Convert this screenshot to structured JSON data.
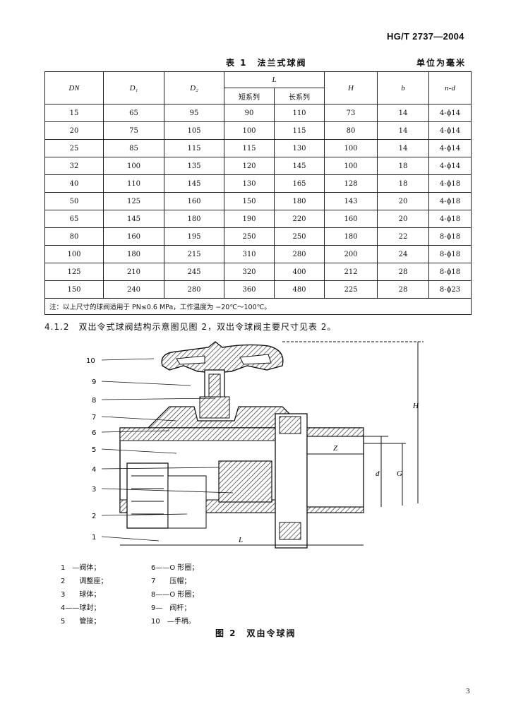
{
  "header": {
    "standard": "HG/T 2737—2004"
  },
  "table1": {
    "caption": "表 1　法兰式球阀",
    "unit": "单位为毫米",
    "headers": {
      "dn": "DN",
      "d1": "D₁",
      "d2": "D₂",
      "l": "L",
      "l_short": "短系列",
      "l_long": "长系列",
      "h": "H",
      "b": "b",
      "nd": "n-d"
    },
    "rows": [
      [
        "15",
        "65",
        "95",
        "90",
        "110",
        "73",
        "14",
        "4-ϕ14"
      ],
      [
        "20",
        "75",
        "105",
        "100",
        "115",
        "80",
        "14",
        "4-ϕ14"
      ],
      [
        "25",
        "85",
        "115",
        "115",
        "130",
        "100",
        "14",
        "4-ϕ14"
      ],
      [
        "32",
        "100",
        "135",
        "120",
        "145",
        "100",
        "18",
        "4-ϕ14"
      ],
      [
        "40",
        "110",
        "145",
        "130",
        "165",
        "128",
        "18",
        "4-ϕ18"
      ],
      [
        "50",
        "125",
        "160",
        "150",
        "180",
        "143",
        "20",
        "4-ϕ18"
      ],
      [
        "65",
        "145",
        "180",
        "190",
        "220",
        "160",
        "20",
        "4-ϕ18"
      ],
      [
        "80",
        "160",
        "195",
        "250",
        "250",
        "180",
        "22",
        "8-ϕ18"
      ],
      [
        "100",
        "180",
        "215",
        "310",
        "280",
        "200",
        "24",
        "8-ϕ18"
      ],
      [
        "125",
        "210",
        "245",
        "320",
        "400",
        "212",
        "28",
        "8-ϕ18"
      ],
      [
        "150",
        "240",
        "280",
        "360",
        "480",
        "225",
        "28",
        "8-ϕ23"
      ]
    ],
    "note": "注：以上尺寸的球阀适用于 PN≤0.6 MPa，工作温度为 −20℃～100℃。"
  },
  "section": {
    "text": "4.1.2　双出令式球阀结构示意图见图 2，双出令球阀主要尺寸见表 2。"
  },
  "figure": {
    "callouts": [
      "10",
      "9",
      "8",
      "7",
      "6",
      "5",
      "4",
      "3",
      "2",
      "1"
    ],
    "dim_labels": {
      "H": "H",
      "Z": "Z",
      "d": "d",
      "G": "G",
      "L": "L"
    },
    "legend_left": [
      "1　—阀体；",
      "2　　调整座；",
      "3　　球体；",
      "4——球封；",
      "5　　管接；"
    ],
    "legend_right": [
      "6——O 形圈；",
      "7　　压帽；",
      "8——O 形圈；",
      "9—　阀杆；",
      "10　—手柄。"
    ],
    "caption": "图 2　双由令球阀"
  },
  "page": {
    "number": "3"
  }
}
